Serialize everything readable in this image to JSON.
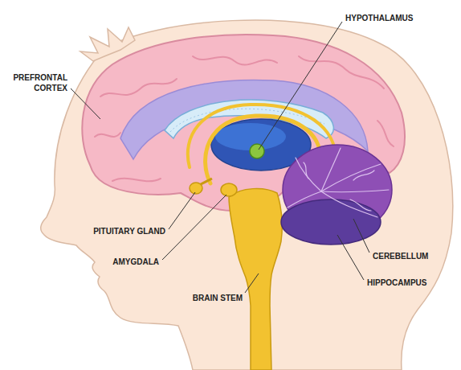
{
  "diagram": {
    "labels": [
      "HYPOTHALAMUS",
      "PREFRONTAL CORTEX",
      "PITUITARY GLAND",
      "AMYGDALA",
      "CEREBELLUM",
      "HIPPOCAMPUS",
      "BRAIN STEM"
    ]
  }
}
